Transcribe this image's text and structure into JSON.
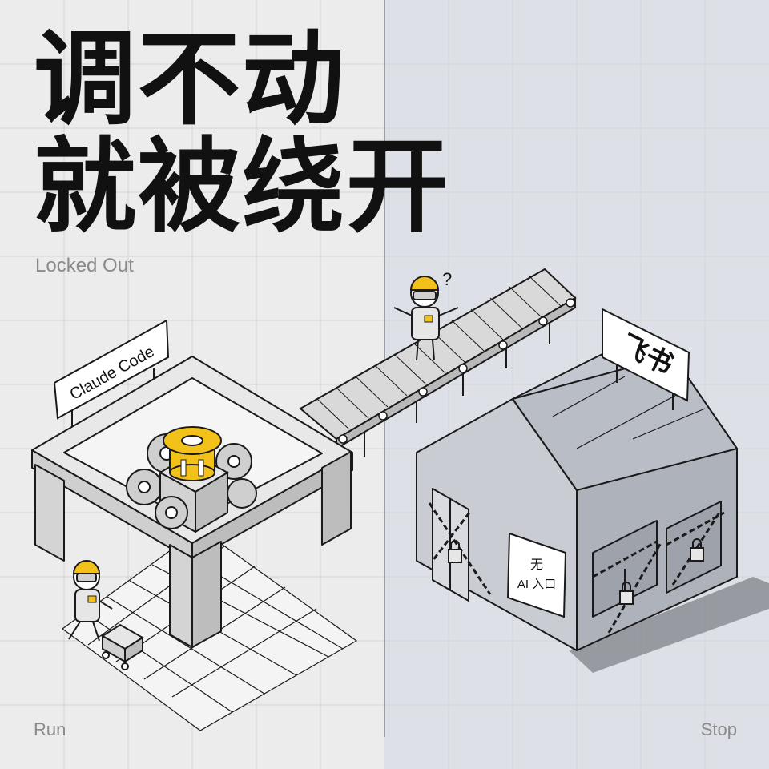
{
  "title_line_1": "调不动",
  "title_line_2": "就被绕开",
  "subtitle": "Locked Out",
  "left_label": "Run",
  "right_label": "Stop",
  "sign_left": "Claude Code",
  "sign_right": "飞书",
  "door_plate_line_1": "无",
  "door_plate_line_2": "AI 入口",
  "robot_question_mark": "?",
  "colors": {
    "accent_yellow": "#f2c21a",
    "left_background": "#ececec",
    "right_background": "#dde0e6",
    "outline": "#1a1a1a"
  }
}
